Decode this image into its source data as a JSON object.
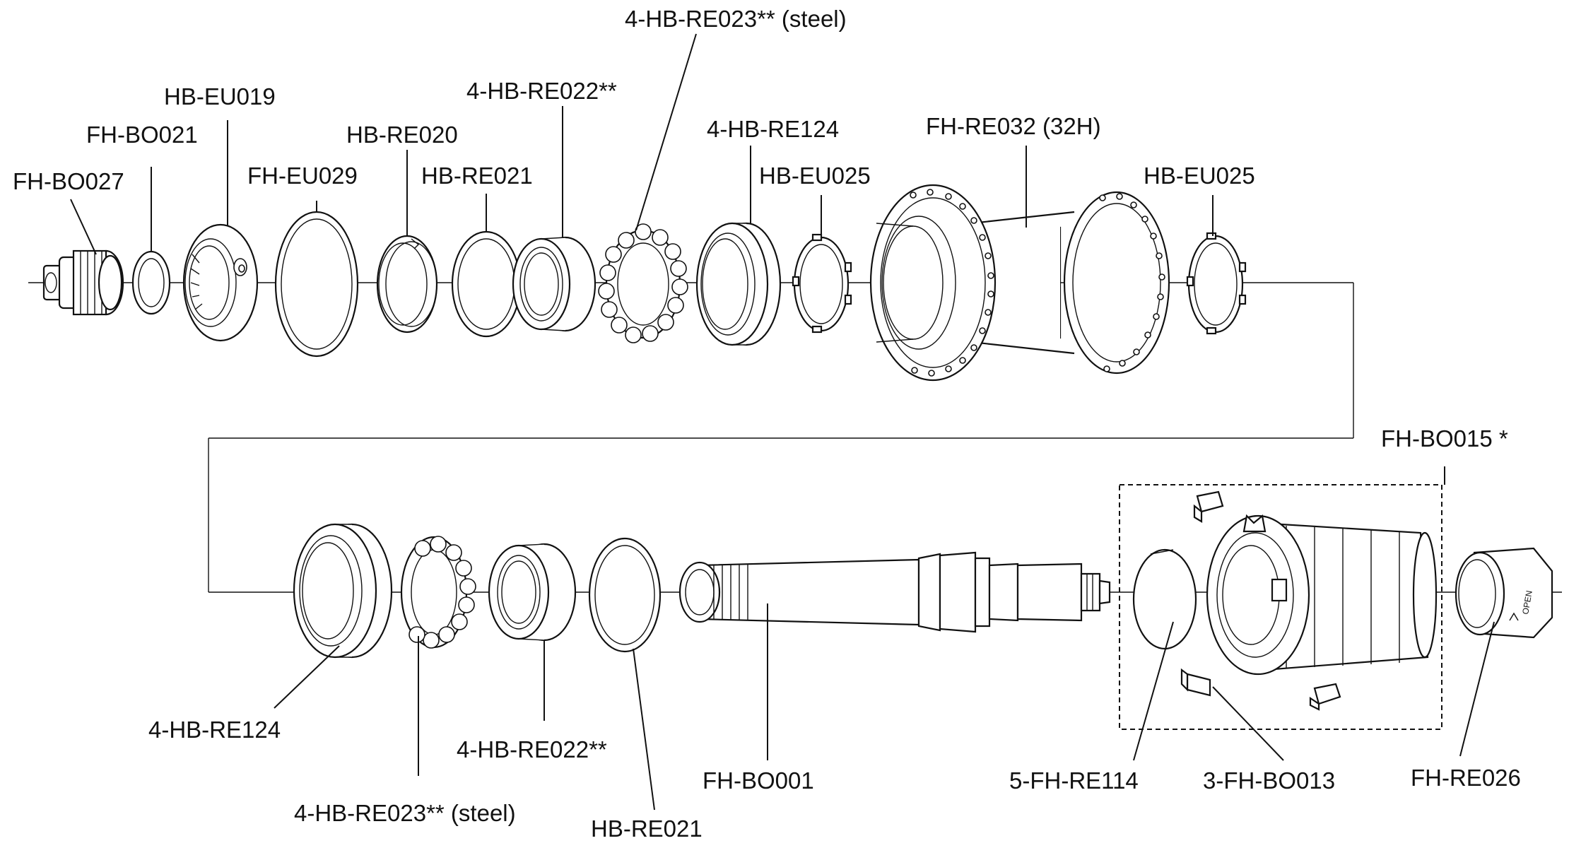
{
  "diagram": {
    "labels": {
      "fh_bo027": "FH-BO027",
      "fh_bo021": "FH-BO021",
      "hb_eu019": "HB-EU019",
      "fh_eu029": "FH-EU029",
      "hb_re020": "HB-RE020",
      "hb_re021_top": "HB-RE021",
      "hb_re022_top": "4-HB-RE022**",
      "hb_re023_top": "4-HB-RE023** (steel)",
      "hb_re124_top": "4-HB-RE124",
      "hb_eu025_left": "HB-EU025",
      "fh_re032": "FH-RE032 (32H)",
      "hb_eu025_right": "HB-EU025",
      "fh_bo015": "FH-BO015 *",
      "hb_re124_bottom": "4-HB-RE124",
      "hb_re023_bottom": "4-HB-RE023** (steel)",
      "hb_re022_bottom": "4-HB-RE022**",
      "hb_re021_bottom": "HB-RE021",
      "fh_bo001": "FH-BO001",
      "fh_re114": "5-FH-RE114",
      "fh_bo013": "3-FH-BO013",
      "fh_re026": "FH-RE026",
      "open_marking": "OPEN"
    }
  }
}
